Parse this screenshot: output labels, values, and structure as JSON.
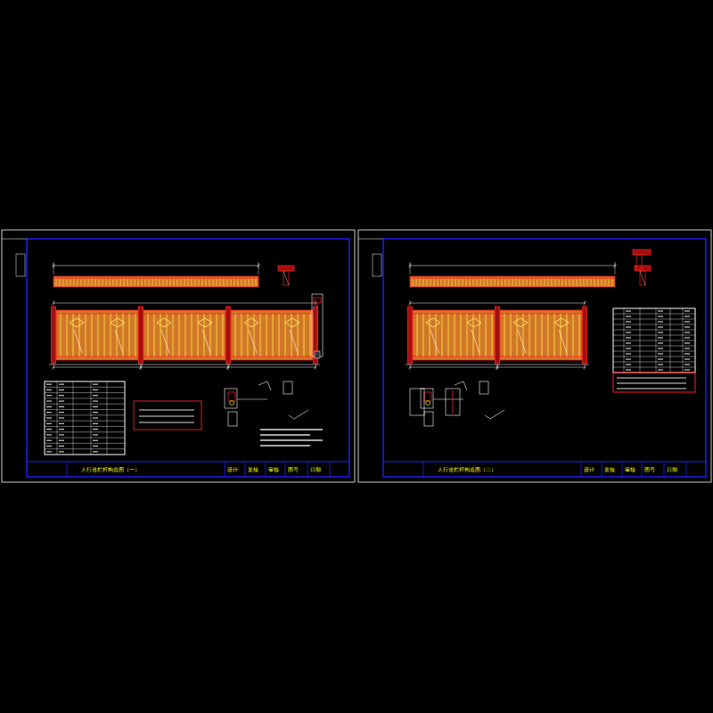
{
  "diagram": {
    "labels": [
      "人行道栏杆构造图（一）",
      "设计",
      "复核",
      "审核",
      "图号",
      "日期",
      "人行道栏杆构造图（二）",
      "设计",
      "复核",
      "审核",
      "图号",
      "日期"
    ]
  }
}
